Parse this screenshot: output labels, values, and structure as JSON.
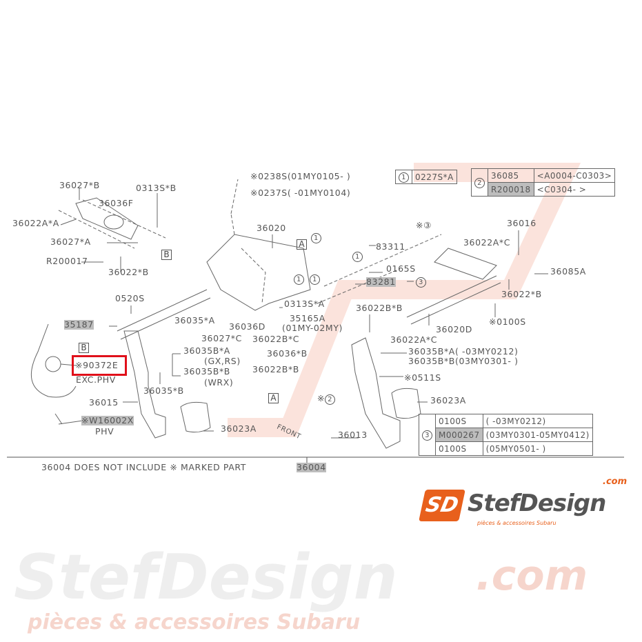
{
  "labels": {
    "p36027B": "36027*B",
    "p0313SB": "0313S*B",
    "p36036F": "36036F",
    "p36022AA": "36022A*A",
    "p36027A": "36027*A",
    "pR200017": "R200017",
    "p36022B_1": "36022*B",
    "p0238S": "※0238S(01MY0105-    )",
    "p0237S": "※0237S(    -01MY0104)",
    "p36020": "36020",
    "p83311": "83311",
    "p0165S": "0165S",
    "p83281": "83281",
    "p36016": "36016",
    "p36022AC_1": "36022A*C",
    "p36085A": "36085A",
    "p36022B_2": "36022*B",
    "p0100S": "※0100S",
    "p36020D": "36020D",
    "p0520S": "0520S",
    "p35187": "35187",
    "p36035A": "36035*A",
    "p36036D": "36036D",
    "p0313SA": "0313S*A",
    "p35165A": "35165A",
    "p01MY02MY": "(01MY-02MY)",
    "p36027C": "36027*C",
    "p36022BC": "36022B*C",
    "p36022BB_1": "36022B*B",
    "p36022AC_2": "36022A*C",
    "p36036B": "36036*B",
    "p36035BA_r": "36035B*A(     -03MY0212)",
    "p36035BB_r": "36035B*B(03MY0301-     )",
    "p36035BA_l": "36035B*A",
    "pGXRS": "(GX,RS)",
    "p36035BB_l": "36035B*B",
    "pWRX": "(WRX)",
    "p90372E": "※90372E",
    "pEXCPHV": "EXC.PHV",
    "p36022BB_2": "36022B*B",
    "p0511S": "※0511S",
    "p36035B": "36035*B",
    "p36015": "36015",
    "p36023A_1": "36023A",
    "pW16002X": "※W16002X",
    "pPHV": "PHV",
    "p36023A_2": "36023A",
    "pFRONT": "FRONT",
    "p36013": "36013",
    "p3note": "※③",
    "p2note": "※",
    "c1": "1",
    "c2": "2",
    "c3": "3"
  },
  "refs": {
    "A": "A",
    "B": "B"
  },
  "table1": {
    "marker": "1",
    "part": "0227S*A"
  },
  "table2": {
    "marker": "2",
    "rows": [
      {
        "part": "36085",
        "range": "<A0004-C0303>"
      },
      {
        "part": "R200018",
        "range": "<C0304-        >"
      }
    ]
  },
  "table3": {
    "marker": "3",
    "rows": [
      {
        "part": "0100S",
        "range": "(              -03MY0212)"
      },
      {
        "part": "M000267",
        "range": "(03MY0301-05MY0412)"
      },
      {
        "part": "0100S",
        "range": "(05MY0501-            )"
      }
    ]
  },
  "footer": {
    "note": "36004 DOES NOT INCLUDE ※ MARKED PART",
    "assembly": "36004"
  },
  "logo": {
    "mark": "SD",
    "name": "StefDesign",
    "domain": ".com",
    "tagline": "pièces & accessoires Subaru"
  },
  "colors": {
    "highlight": "#e0101a",
    "logo_orange": "#e8601c",
    "line": "#555555"
  }
}
